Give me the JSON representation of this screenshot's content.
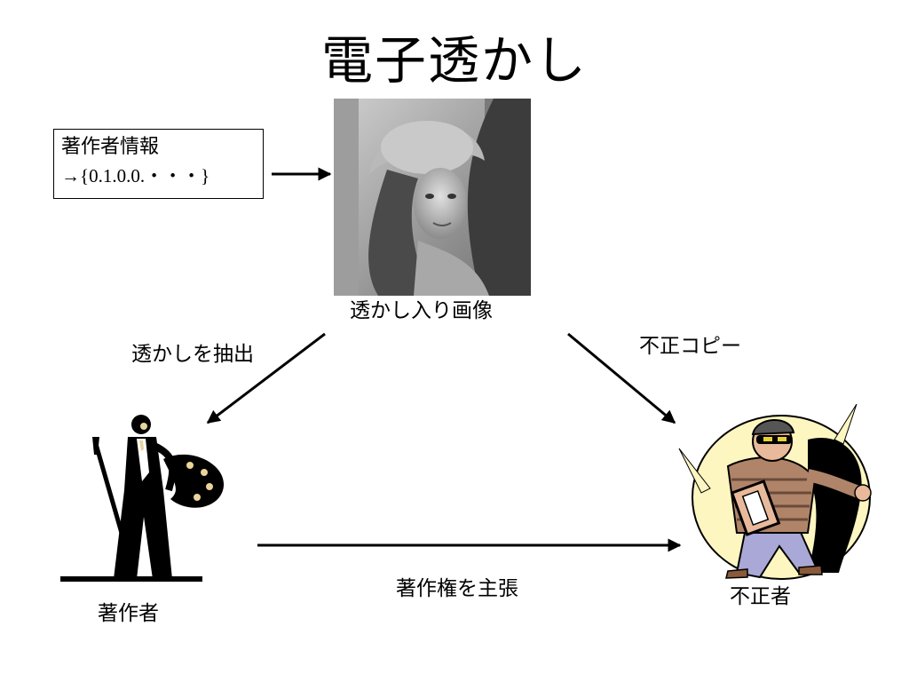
{
  "title": "電子透かし",
  "info_box": {
    "line1": "著作者情報",
    "line2": "→{0.1.0.0.・・・}"
  },
  "labels": {
    "watermarked_image": "透かし入り画像",
    "extract": "透かしを抽出",
    "illegal_copy": "不正コピー",
    "claim": "著作権を主張",
    "author": "著作者",
    "infringer": "不正者"
  },
  "icons": {
    "photo": "portrait-photo-icon",
    "author": "painter-with-palette-icon",
    "infringer": "burglar-thief-icon"
  },
  "colors": {
    "line": "#000000",
    "thief_glow": "#fdf6c0",
    "thief_shirt": "#b08468",
    "thief_pants": "#a9a8d6"
  }
}
